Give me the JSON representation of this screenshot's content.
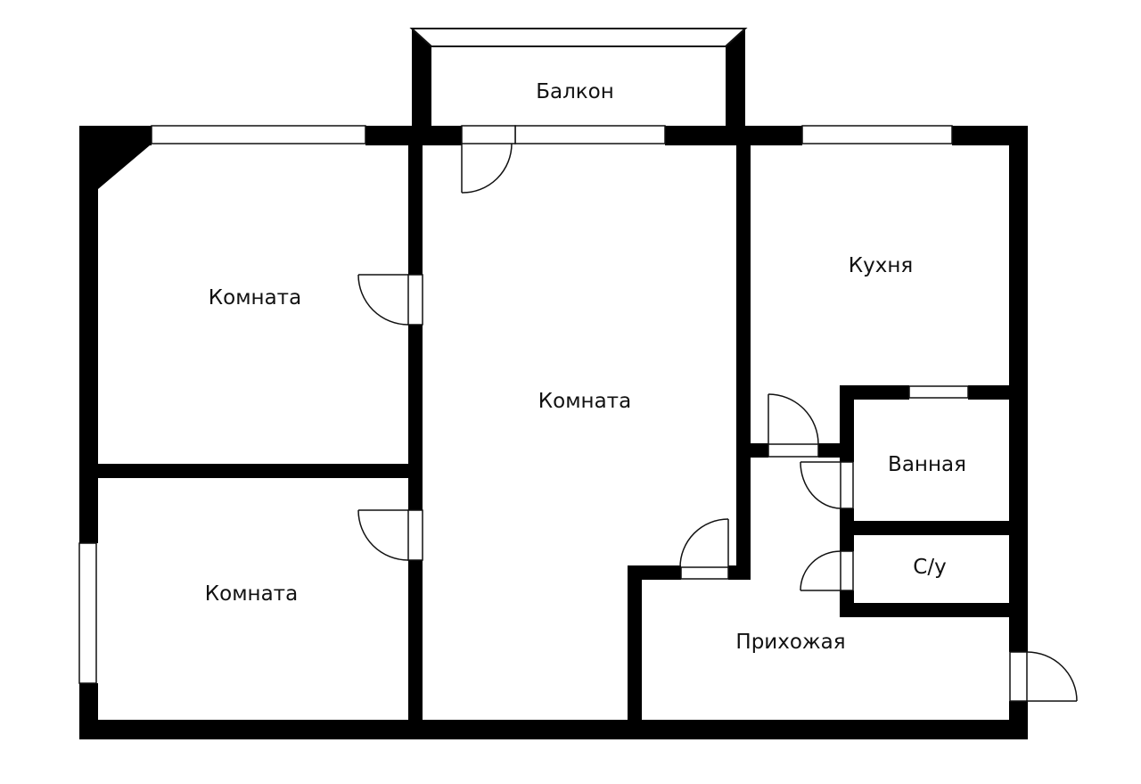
{
  "rooms": {
    "balcony": "Балкон",
    "room_top_left": "Комната",
    "room_middle": "Комната",
    "room_bottom_left": "Комната",
    "kitchen": "Кухня",
    "bathroom": "Ванная",
    "toilet": "С/у",
    "hallway": "Прихожая"
  },
  "colors": {
    "wall": "#000000",
    "background": "#ffffff"
  }
}
